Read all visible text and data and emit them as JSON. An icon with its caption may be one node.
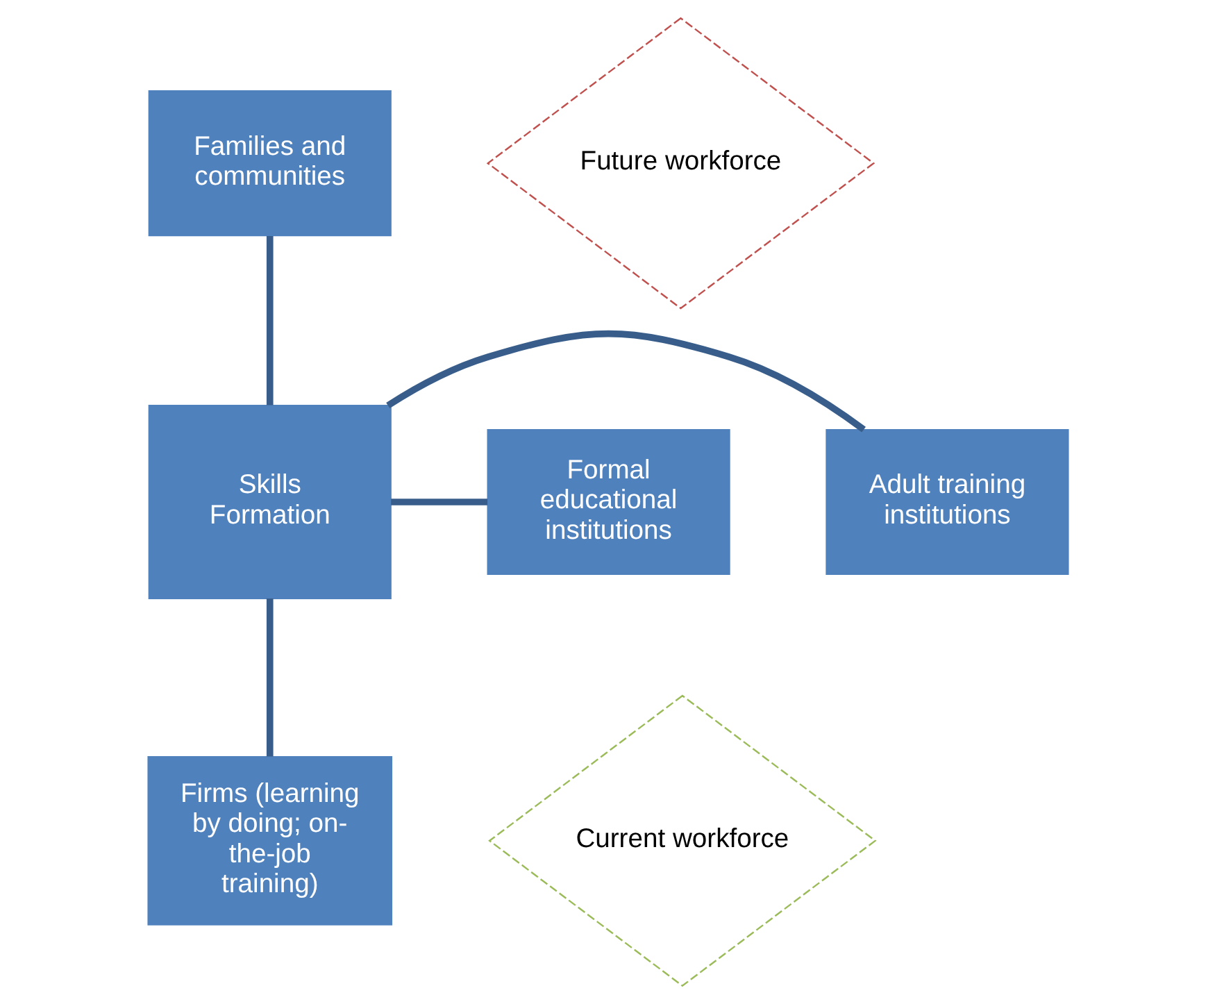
{
  "diagram": {
    "nodes": [
      {
        "text": [
          "Skills Formation"
        ]
      },
      {
        "text": [
          "Families and communities"
        ]
      },
      {
        "text": [
          "Adult training institutions"
        ]
      },
      {
        "text": [
          "Formal educational institutions"
        ]
      },
      {
        "text": [
          "Firms (learning by doing; on-the-job training)"
        ]
      },
      {
        "text": [
          "Future workforce"
        ]
      },
      {
        "text": [
          "Current workforce"
        ]
      }
    ],
    "edges": [
      {
        "from": 0,
        "to": 1,
        "arrow": "none"
      },
      {
        "from": 0,
        "to": 2,
        "arrow": "none"
      },
      {
        "from": 0,
        "to": 3,
        "arrow": "none"
      },
      {
        "from": 0,
        "to": 4,
        "arrow": "none"
      }
    ]
  }
}
